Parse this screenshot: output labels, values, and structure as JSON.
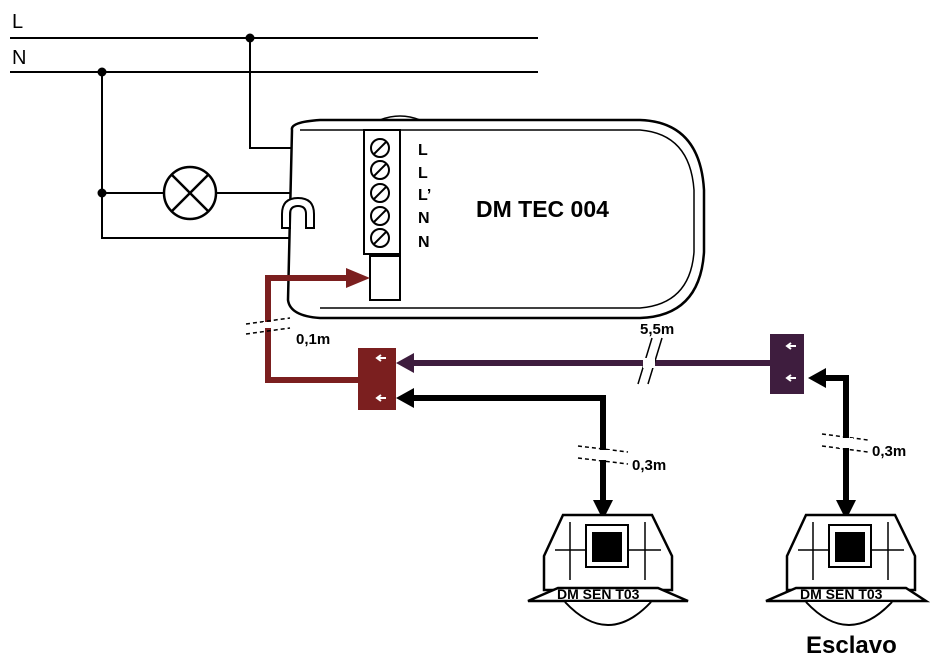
{
  "lines": {
    "L": "L",
    "N": "N"
  },
  "device": {
    "name": "DM TEC 004",
    "terminals": [
      "L",
      "L",
      "L’",
      "N",
      "N"
    ]
  },
  "cables": {
    "short_length": "0,1m",
    "bus_length": "5,5m",
    "sensor_length_1": "0,3m",
    "sensor_length_2": "0,3m"
  },
  "sensors": {
    "sensor_1": "DM SEN T03",
    "sensor_2": "DM SEN T03",
    "slave_label": "Esclavo"
  },
  "colors": {
    "red_cable": "#7b1f1f",
    "purple_cable": "#3e1d3e",
    "black_cable": "#000000"
  }
}
